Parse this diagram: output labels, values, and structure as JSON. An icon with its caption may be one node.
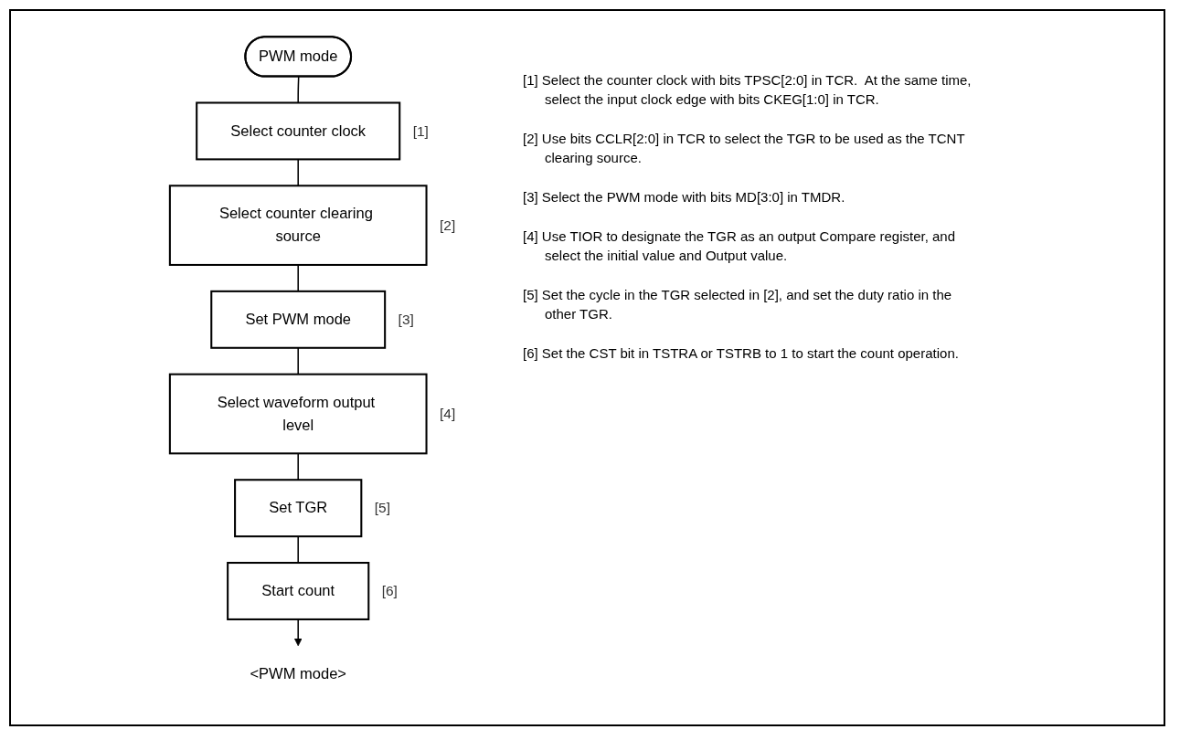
{
  "diagram": {
    "nodes": [
      {
        "text": [
          "PWM mode"
        ]
      },
      {
        "text": [
          "Select counter clock"
        ],
        "beside": [
          "[1]"
        ]
      },
      {
        "text": [
          "Select counter clearing source"
        ],
        "beside": [
          "[2]"
        ]
      },
      {
        "text": [
          "Set PWM mode"
        ],
        "beside": [
          "[3]"
        ]
      },
      {
        "text": [
          "Select waveform output level"
        ],
        "beside": [
          "[4]"
        ]
      },
      {
        "text": [
          "Set TGR"
        ],
        "beside": [
          "[5]"
        ]
      },
      {
        "text": [
          "Start count"
        ],
        "beside": [
          "[6]"
        ]
      },
      {
        "text": [
          "<PWM mode>"
        ]
      }
    ],
    "edges": [
      {
        "from": 0,
        "to": 1,
        "arrow": "none"
      },
      {
        "from": 1,
        "to": 2,
        "arrow": "none"
      },
      {
        "from": 2,
        "to": 3,
        "arrow": "none"
      },
      {
        "from": 3,
        "to": 4,
        "arrow": "none"
      },
      {
        "from": 4,
        "to": 5,
        "arrow": "none"
      },
      {
        "from": 5,
        "to": 6,
        "arrow": "none"
      },
      {
        "from": 6,
        "to": 7,
        "arrow": "to"
      }
    ],
    "labels": [
      "[1] Select the counter clock with bits TPSC[2:0] in TCR.  At the same time, select the input clock edge with bits CKEG[1:0] in TCR.",
      "[2] Use bits CCLR[2:0] in TCR to select the TGR to be used as the TCNT clearing source.",
      "[3] Select the PWM mode with bits MD[3:0] in TMDR.",
      "[4] Use TIOR to designate the TGR as an output Compare register, and select the initial value and Output value.",
      "[5] Set the cycle in the TGR selected in [2], and set the duty ratio in the other TGR.",
      "[6] Set the CST bit in TSTRA or TSTRB to 1 to start the count operation."
    ]
  }
}
